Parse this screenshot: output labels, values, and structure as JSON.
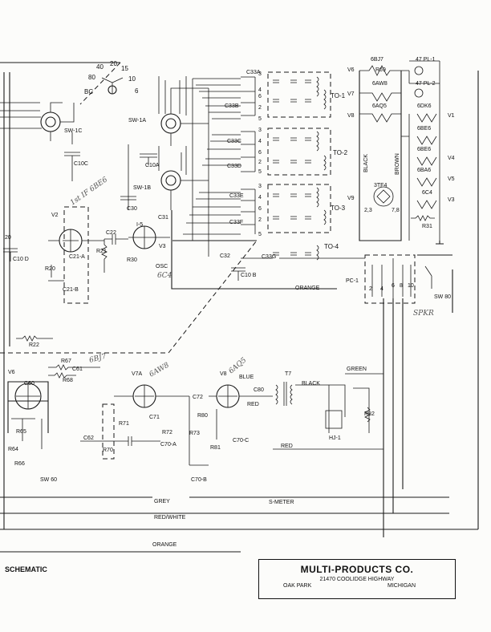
{
  "footer": {
    "schematic_label": "SCHEMATIC",
    "company_name": "MULTI-PRODUCTS CO.",
    "company_address": "21470 COOLIDGE HIGHWAY",
    "company_city": "OAK PARK",
    "company_state": "MICHIGAN"
  },
  "switch_labels": {
    "sw1c": "SW-1C",
    "sw1a": "SW-1A",
    "sw1b": "SW-1B",
    "sw60": "SW 60",
    "sw80": "SW 80"
  },
  "band_dial": {
    "tick_40": "40",
    "tick_20": "20",
    "tick_15": "15",
    "tick_80": "80",
    "tick_10": "10",
    "tick_bc": "BC",
    "tick_6": "6"
  },
  "coils": {
    "to1": "TO-1",
    "to2": "TO-2",
    "to3": "TO-3",
    "to4": "TO-4"
  },
  "capacitors": {
    "c33a": "C33A",
    "c33b": "C33B",
    "c33c": "C33C",
    "c33d": "C33D",
    "c33e": "C33E",
    "c33f": "C33F",
    "c33g": "C33G",
    "c10c": "C10C",
    "c10a": "C10A",
    "c10b": "C10 B",
    "c10d": "C10 D",
    "c30": "C30",
    "c31": "C31",
    "c32": "C32",
    "c22": "C22",
    "c21a": "C21-A",
    "c21b": "C21-B",
    "c60": "C60",
    "c61": "C61",
    "c62": "C62",
    "c71": "C71",
    "c70a": "C70-A",
    "c70b": "C70-B",
    "c70c": "C70-C",
    "c72": "C72",
    "c80": "C80"
  },
  "resistors": {
    "r20": "R20",
    "r21": "R21",
    "r22": "R22",
    "r30": "R30",
    "r31": "R31",
    "r64": "R64",
    "r65": "R65",
    "r66": "R66",
    "r67": "R67",
    "r68": "R68",
    "r69": "R69",
    "r70": "R70",
    "r71": "R71",
    "r72": "R72",
    "r73": "R73",
    "r80": "R80",
    "r81": "R81",
    "r82": "R82"
  },
  "tubes": {
    "v2": "V2",
    "v3": "V3",
    "v6": "V6",
    "v7a": "V7A",
    "v8": "V8",
    "i5": "I-5",
    "v6_filament": "V6",
    "v7": "V7",
    "v8_filament": "V8",
    "v9": "V9",
    "v1": "V1",
    "v4": "V4",
    "v5": "V5",
    "v3_filament": "V3"
  },
  "filament_string": {
    "t_6bj7": "6BJ7",
    "t_6aw8": "6AW8",
    "t_6aq5": "6AQ5",
    "t_6dk6": "6DK6",
    "t_6be6a": "6BE6",
    "t_6be6b": "6BE6",
    "t_6ba6": "6BA6",
    "t_6c4": "6C4",
    "t_3tf4": "3TF4",
    "pl1": "47 PL-1",
    "pl2": "47 PL-2",
    "black": "BLACK",
    "brown": "BROWN",
    "pin_23": "2,3",
    "pin_78": "7,8"
  },
  "misc": {
    "pc1": "PC-1",
    "t7": "T7",
    "hj1": "HJ-1",
    "spkr": "SPKR",
    "blue": "BLUE",
    "red_t7": "RED",
    "black_t7": "BLACK",
    "green": "GREEN",
    "red": "RED",
    "orange_top": "ORANGE",
    "grey": "GREY",
    "s_meter": "S-METER",
    "red_white": "RED/WHITE",
    "orange_bottom": "ORANGE",
    "osc": "OSC",
    "num_20": "20"
  },
  "handwritten": {
    "v2_note": "1st IF 6BE6",
    "v3_note": "6C4",
    "v6_note": "6BJ7",
    "v7_note": "6AW8",
    "v8_note": "6AQ5"
  }
}
